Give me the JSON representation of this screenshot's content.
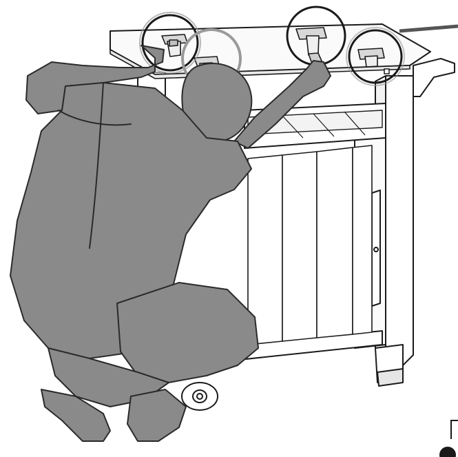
{
  "figure": {
    "kind": "installation-illustration",
    "subject": "person-kneeling-attaching-top-panel-to-cabinet",
    "callout_count": 4
  },
  "colors": {
    "background": "#ffffff",
    "outline": "#1a1a1a",
    "figure_fill": "#8a8a8a",
    "figure_stroke": "#2a2a2a",
    "callout_ring": "#1a1a1a",
    "callout_ring_faded": "#9a9a9a",
    "panel_tint": "#f5f5f5",
    "bracket_fill": "#d8d8d8"
  }
}
